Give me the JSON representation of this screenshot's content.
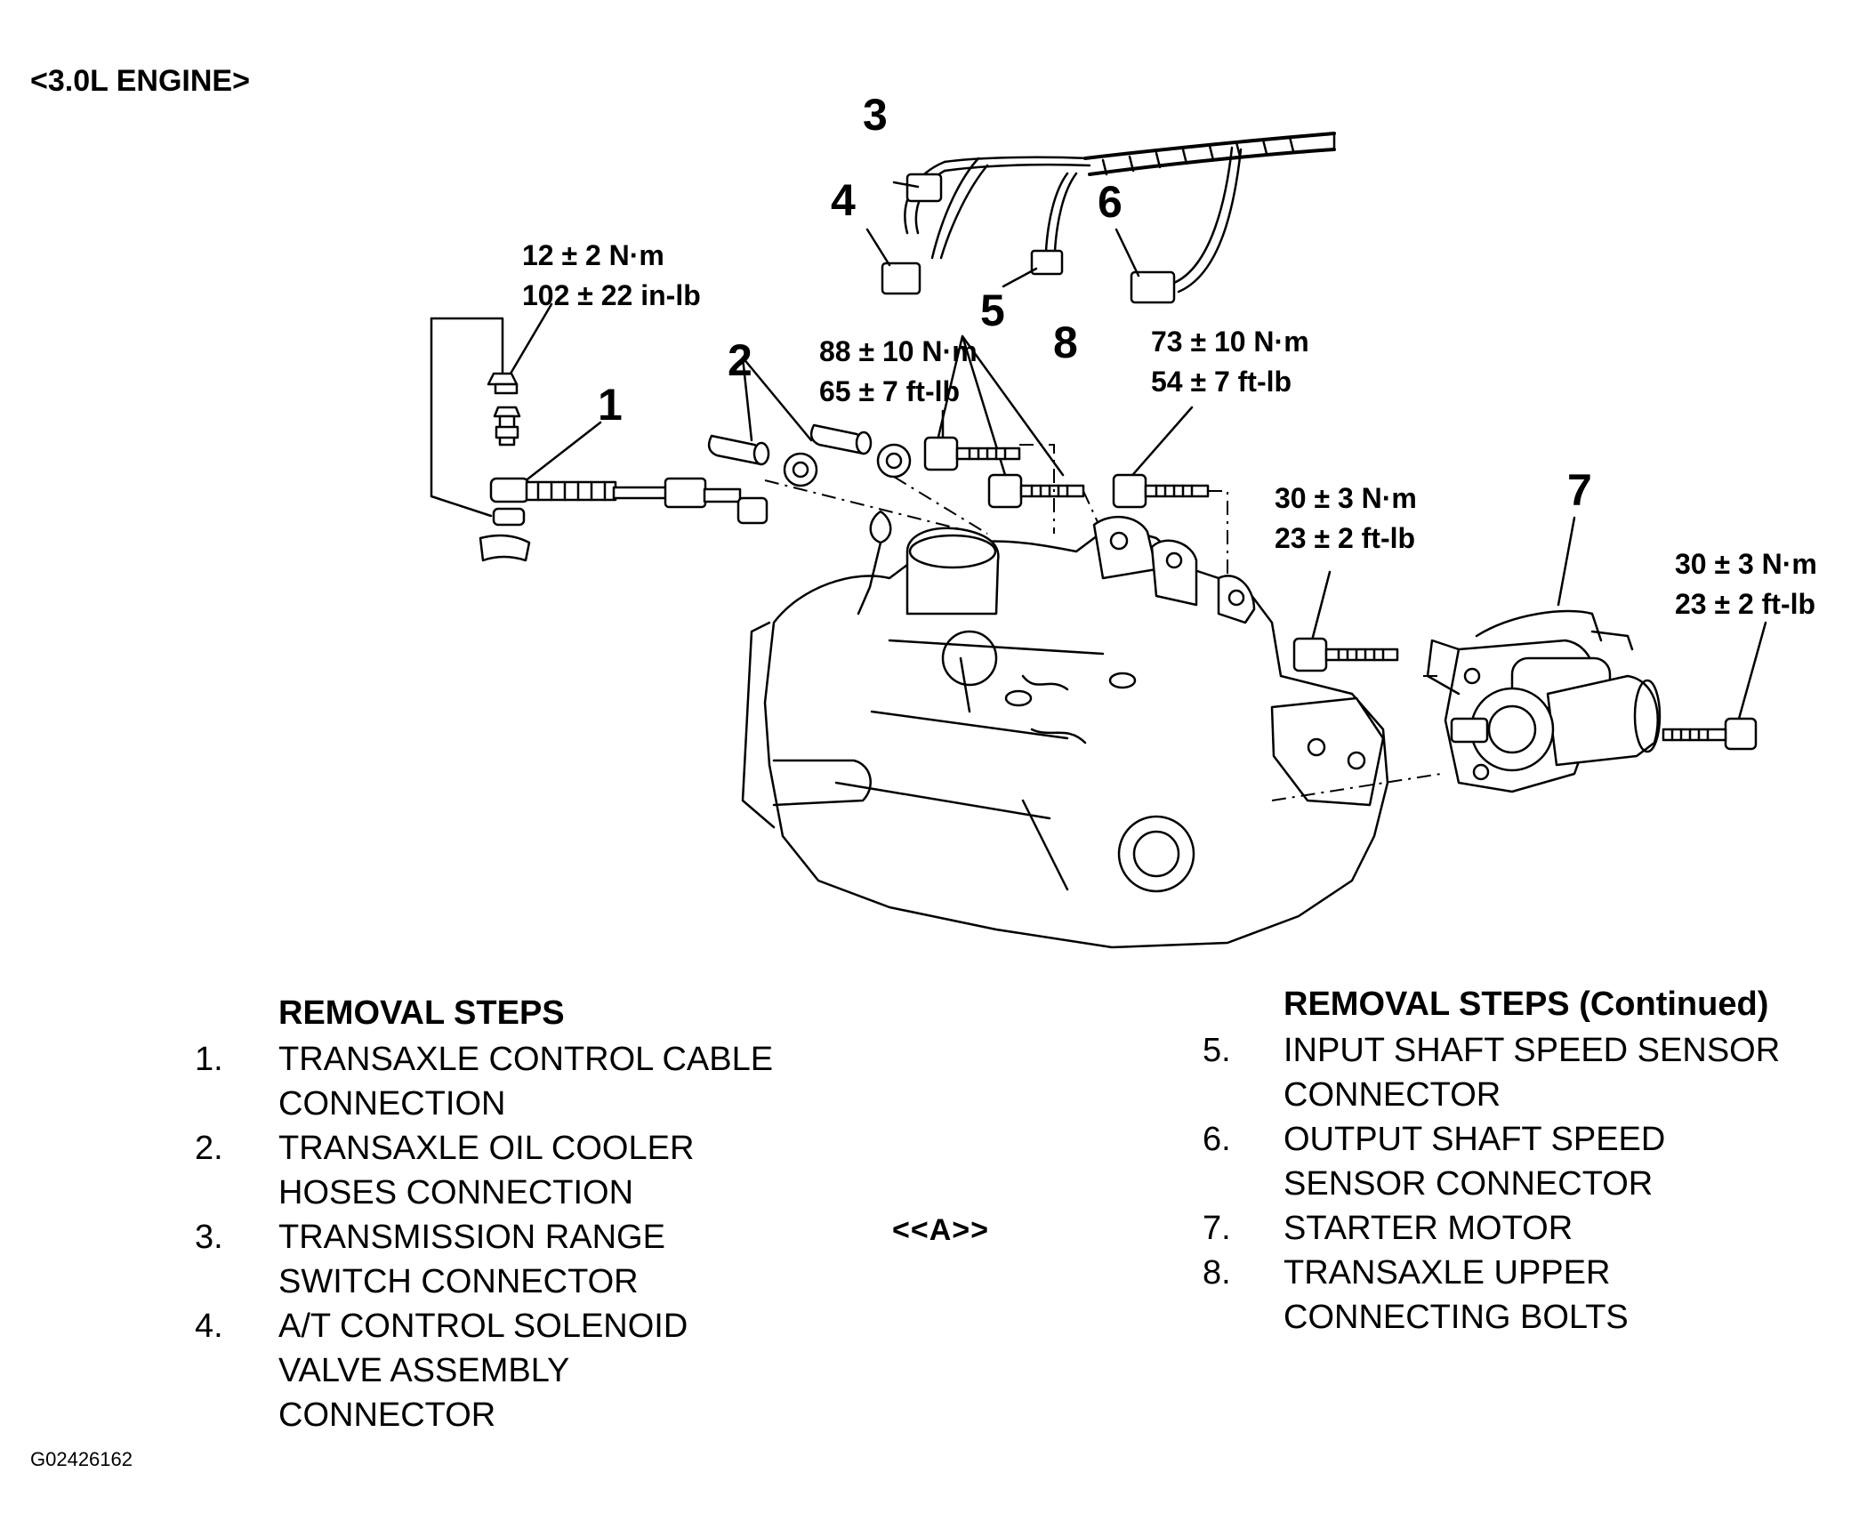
{
  "heading": "<3.0L ENGINE>",
  "torque_specs": [
    {
      "id": "torque-12nm",
      "metric": "12 ± 2 N·m",
      "imperial": "102 ± 22 in-lb"
    },
    {
      "id": "torque-88nm",
      "metric": "88 ± 10 N·m",
      "imperial": "65 ± 7 ft-lb"
    },
    {
      "id": "torque-73nm",
      "metric": "73 ± 10 N·m",
      "imperial": "54 ± 7 ft-lb"
    },
    {
      "id": "torque-30nm-a",
      "metric": "30 ± 3 N·m",
      "imperial": "23 ± 2 ft-lb"
    },
    {
      "id": "torque-30nm-b",
      "metric": "30 ± 3 N·m",
      "imperial": "23 ± 2 ft-lb"
    }
  ],
  "callouts": [
    "1",
    "2",
    "3",
    "4",
    "5",
    "6",
    "7",
    "8"
  ],
  "removal_steps": {
    "title": "REMOVAL STEPS",
    "title_continued": "REMOVAL STEPS (Continued)",
    "left": [
      {
        "num": "1.",
        "lines": [
          "TRANSAXLE CONTROL CABLE",
          "CONNECTION"
        ]
      },
      {
        "num": "2.",
        "lines": [
          "TRANSAXLE OIL COOLER",
          "HOSES CONNECTION"
        ]
      },
      {
        "num": "3.",
        "lines": [
          "TRANSMISSION RANGE",
          "SWITCH CONNECTOR"
        ]
      },
      {
        "num": "4.",
        "lines": [
          "A/T CONTROL SOLENOID",
          "VALVE ASSEMBLY",
          "CONNECTOR"
        ]
      }
    ],
    "right": [
      {
        "num": "5.",
        "lines": [
          "INPUT SHAFT SPEED SENSOR",
          "CONNECTOR"
        ]
      },
      {
        "num": "6.",
        "lines": [
          "OUTPUT SHAFT SPEED",
          "SENSOR CONNECTOR"
        ]
      },
      {
        "num": "7.",
        "lines": [
          "STARTER MOTOR"
        ]
      },
      {
        "num": "8.",
        "lines": [
          "TRANSAXLE UPPER",
          "CONNECTING BOLTS"
        ]
      }
    ],
    "note_marker": "<<A>>"
  },
  "figure_id": "G02426162"
}
